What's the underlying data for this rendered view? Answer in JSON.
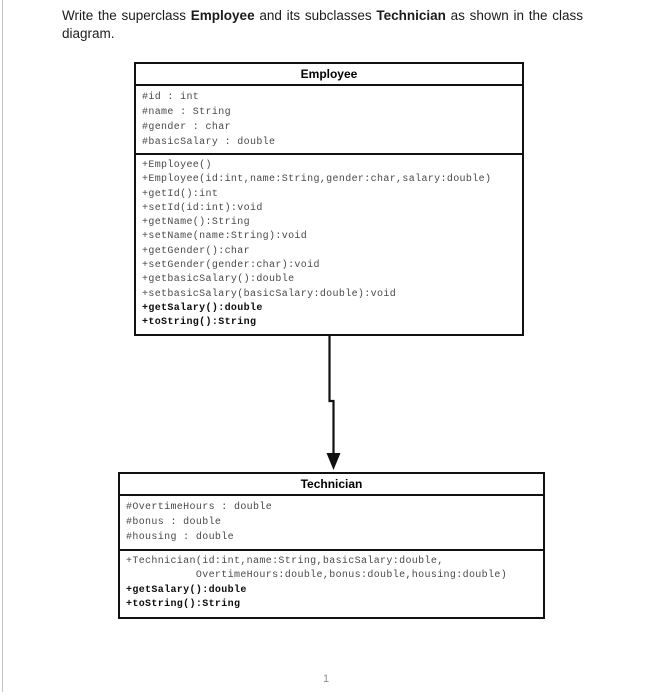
{
  "page": {
    "title_segments": [
      {
        "text": "Write the superclass ",
        "bold": false
      },
      {
        "text": "Employee",
        "bold": true
      },
      {
        "text": " and its subclasses ",
        "bold": false
      },
      {
        "text": "Technician",
        "bold": true
      },
      {
        "text": " as shown in the class diagram.",
        "bold": false
      }
    ],
    "page_number": "1"
  },
  "diagram": {
    "relationship": {
      "from": "Employee",
      "to": "Technician",
      "type": "arrow-down"
    },
    "classes": [
      {
        "name": "Employee",
        "attributes": [
          "#id : int",
          "#name : String",
          "#gender : char",
          "#basicSalary : double"
        ],
        "methods": [
          {
            "text": "+Employee()",
            "bold": false
          },
          {
            "text": "+Employee(id:int,name:String,gender:char,salary:double)",
            "bold": false
          },
          {
            "text": "+getId():int",
            "bold": false
          },
          {
            "text": "+setId(id:int):void",
            "bold": false
          },
          {
            "text": "+getName():String",
            "bold": false
          },
          {
            "text": "+setName(name:String):void",
            "bold": false
          },
          {
            "text": "+getGender():char",
            "bold": false
          },
          {
            "text": "+setGender(gender:char):void",
            "bold": false
          },
          {
            "text": "+getbasicSalary():double",
            "bold": false
          },
          {
            "text": "+setbasicSalary(basicSalary:double):void",
            "bold": false
          },
          {
            "text": "+getSalary():double",
            "bold": true
          },
          {
            "text": "+toString():String",
            "bold": true
          }
        ]
      },
      {
        "name": "Technician",
        "attributes": [
          "#OvertimeHours : double",
          "#bonus : double",
          "#housing : double"
        ],
        "methods": [
          {
            "text": "+Technician(id:int,name:String,basicSalary:double,",
            "bold": false
          },
          {
            "text": "           OvertimeHours:double,bonus:double,housing:double)",
            "bold": false
          },
          {
            "text": "+getSalary():double",
            "bold": true
          },
          {
            "text": "+toString():String",
            "bold": true
          }
        ]
      }
    ]
  }
}
